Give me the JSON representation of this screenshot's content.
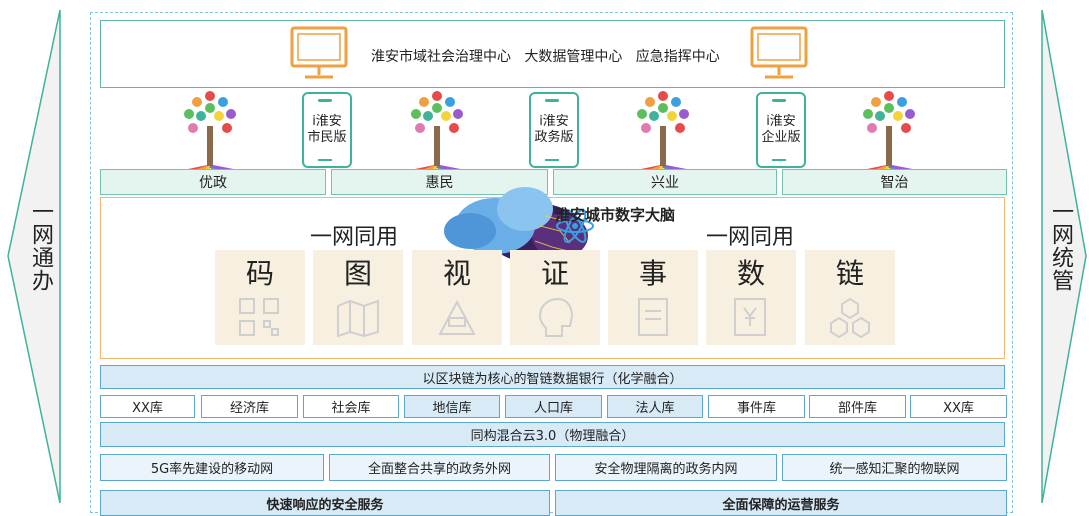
{
  "side": {
    "left_label": "一网通办",
    "right_label": "一网统管"
  },
  "centers_text": "淮安市域社会治理中心   大数据管理中心   应急指挥中心",
  "phones": [
    {
      "line1": "i淮安",
      "line2": "市民版"
    },
    {
      "line1": "i淮安",
      "line2": "政务版"
    },
    {
      "line1": "i淮安",
      "line2": "企业版"
    }
  ],
  "categories": [
    "优政",
    "惠民",
    "兴业",
    "智治"
  ],
  "core": {
    "net_left": "一网同用",
    "net_right": "一网同用",
    "brain": "淮安城市数字大脑",
    "tiles": [
      {
        "label": "码",
        "icon": "qr-code-icon"
      },
      {
        "label": "图",
        "icon": "map-icon"
      },
      {
        "label": "视",
        "icon": "camera-icon"
      },
      {
        "label": "证",
        "icon": "certificate-icon"
      },
      {
        "label": "事",
        "icon": "document-icon"
      },
      {
        "label": "数",
        "icon": "currency-icon"
      },
      {
        "label": "链",
        "icon": "blockchain-icon"
      }
    ]
  },
  "bank_row": "以区块链为核心的智链数据银行（化学融合）",
  "databases": [
    "XX库",
    "经济库",
    "社会库",
    "地信库",
    "人口库",
    "法人库",
    "事件库",
    "部件库",
    "XX库"
  ],
  "cloud_row": "同构混合云3.0（物理融合）",
  "networks": [
    "5G率先建设的移动网",
    "全面整合共享的政务外网",
    "安全物理隔离的政务内网",
    "统一感知汇聚的物联网"
  ],
  "services": [
    "快速响应的安全服务",
    "全面保障的运营服务"
  ],
  "colors": {
    "green": "#3db39a",
    "orange": "#f0a040",
    "blue": "#5aa9cc",
    "tile": "#f7f0e1"
  }
}
